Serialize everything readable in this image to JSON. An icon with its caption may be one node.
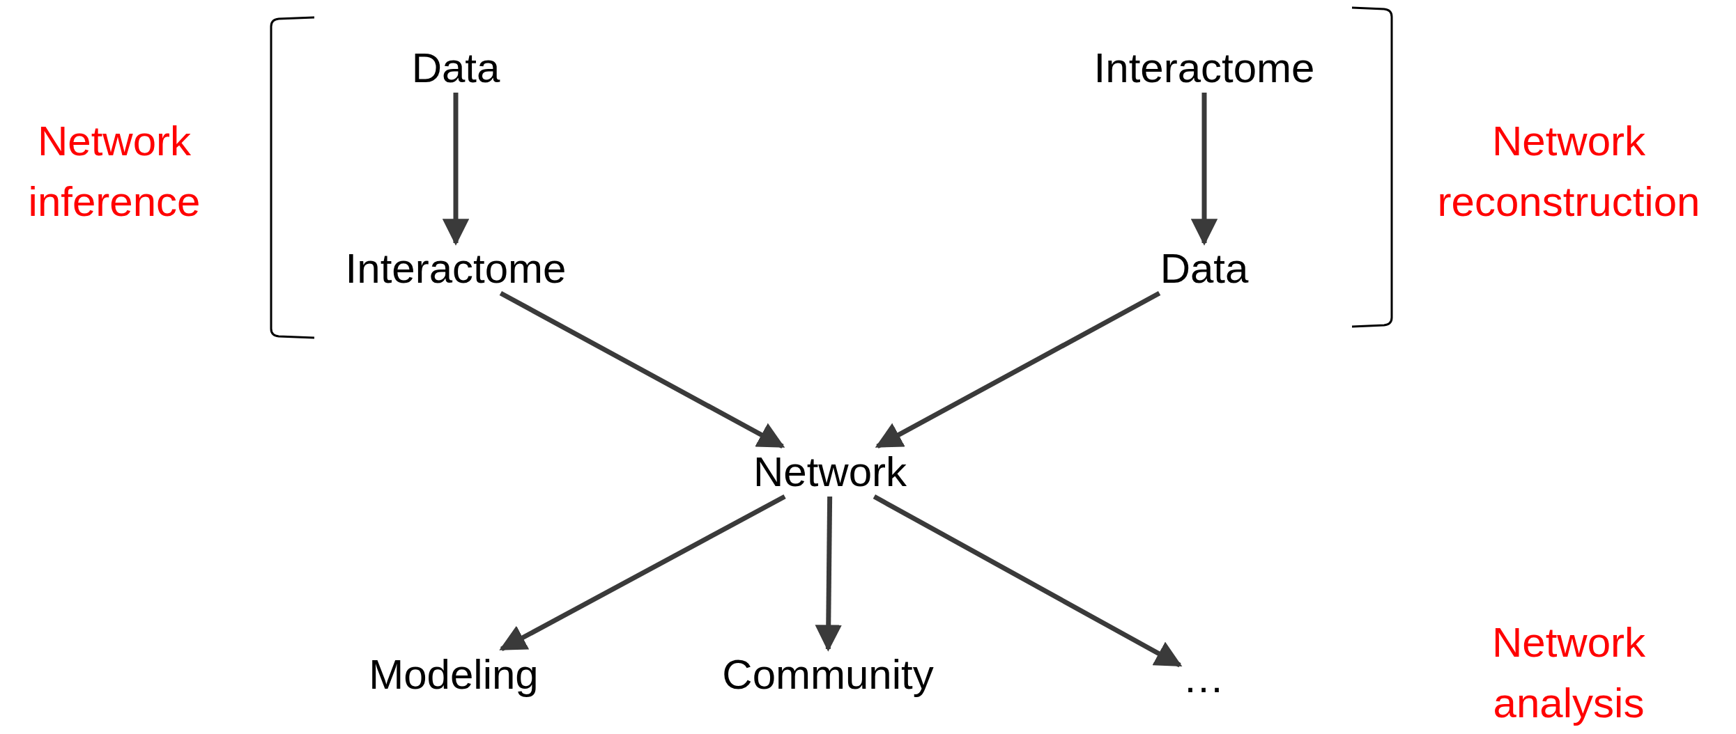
{
  "diagram": {
    "nodes": [
      {
        "text": [
          "Data"
        ]
      },
      {
        "text": [
          "Interactome"
        ]
      },
      {
        "text": [
          "Interactome"
        ]
      },
      {
        "text": [
          "Data"
        ]
      },
      {
        "text": [
          "Network"
        ]
      },
      {
        "text": [
          "Modeling"
        ]
      },
      {
        "text": [
          "Community"
        ]
      },
      {
        "text": [
          "…"
        ]
      }
    ],
    "edges": [
      {
        "from": 0,
        "to": 1,
        "arrow": "to"
      },
      {
        "from": 2,
        "to": 3,
        "arrow": "to"
      },
      {
        "from": 1,
        "to": 4,
        "arrow": "to"
      },
      {
        "from": 3,
        "to": 4,
        "arrow": "to"
      },
      {
        "from": 4,
        "to": 5,
        "arrow": "to"
      },
      {
        "from": 4,
        "to": 6,
        "arrow": "to"
      },
      {
        "from": 4,
        "to": 7,
        "arrow": "to"
      }
    ],
    "labels": [
      "Network inference",
      "Network reconstruction",
      "Network analysis"
    ]
  }
}
